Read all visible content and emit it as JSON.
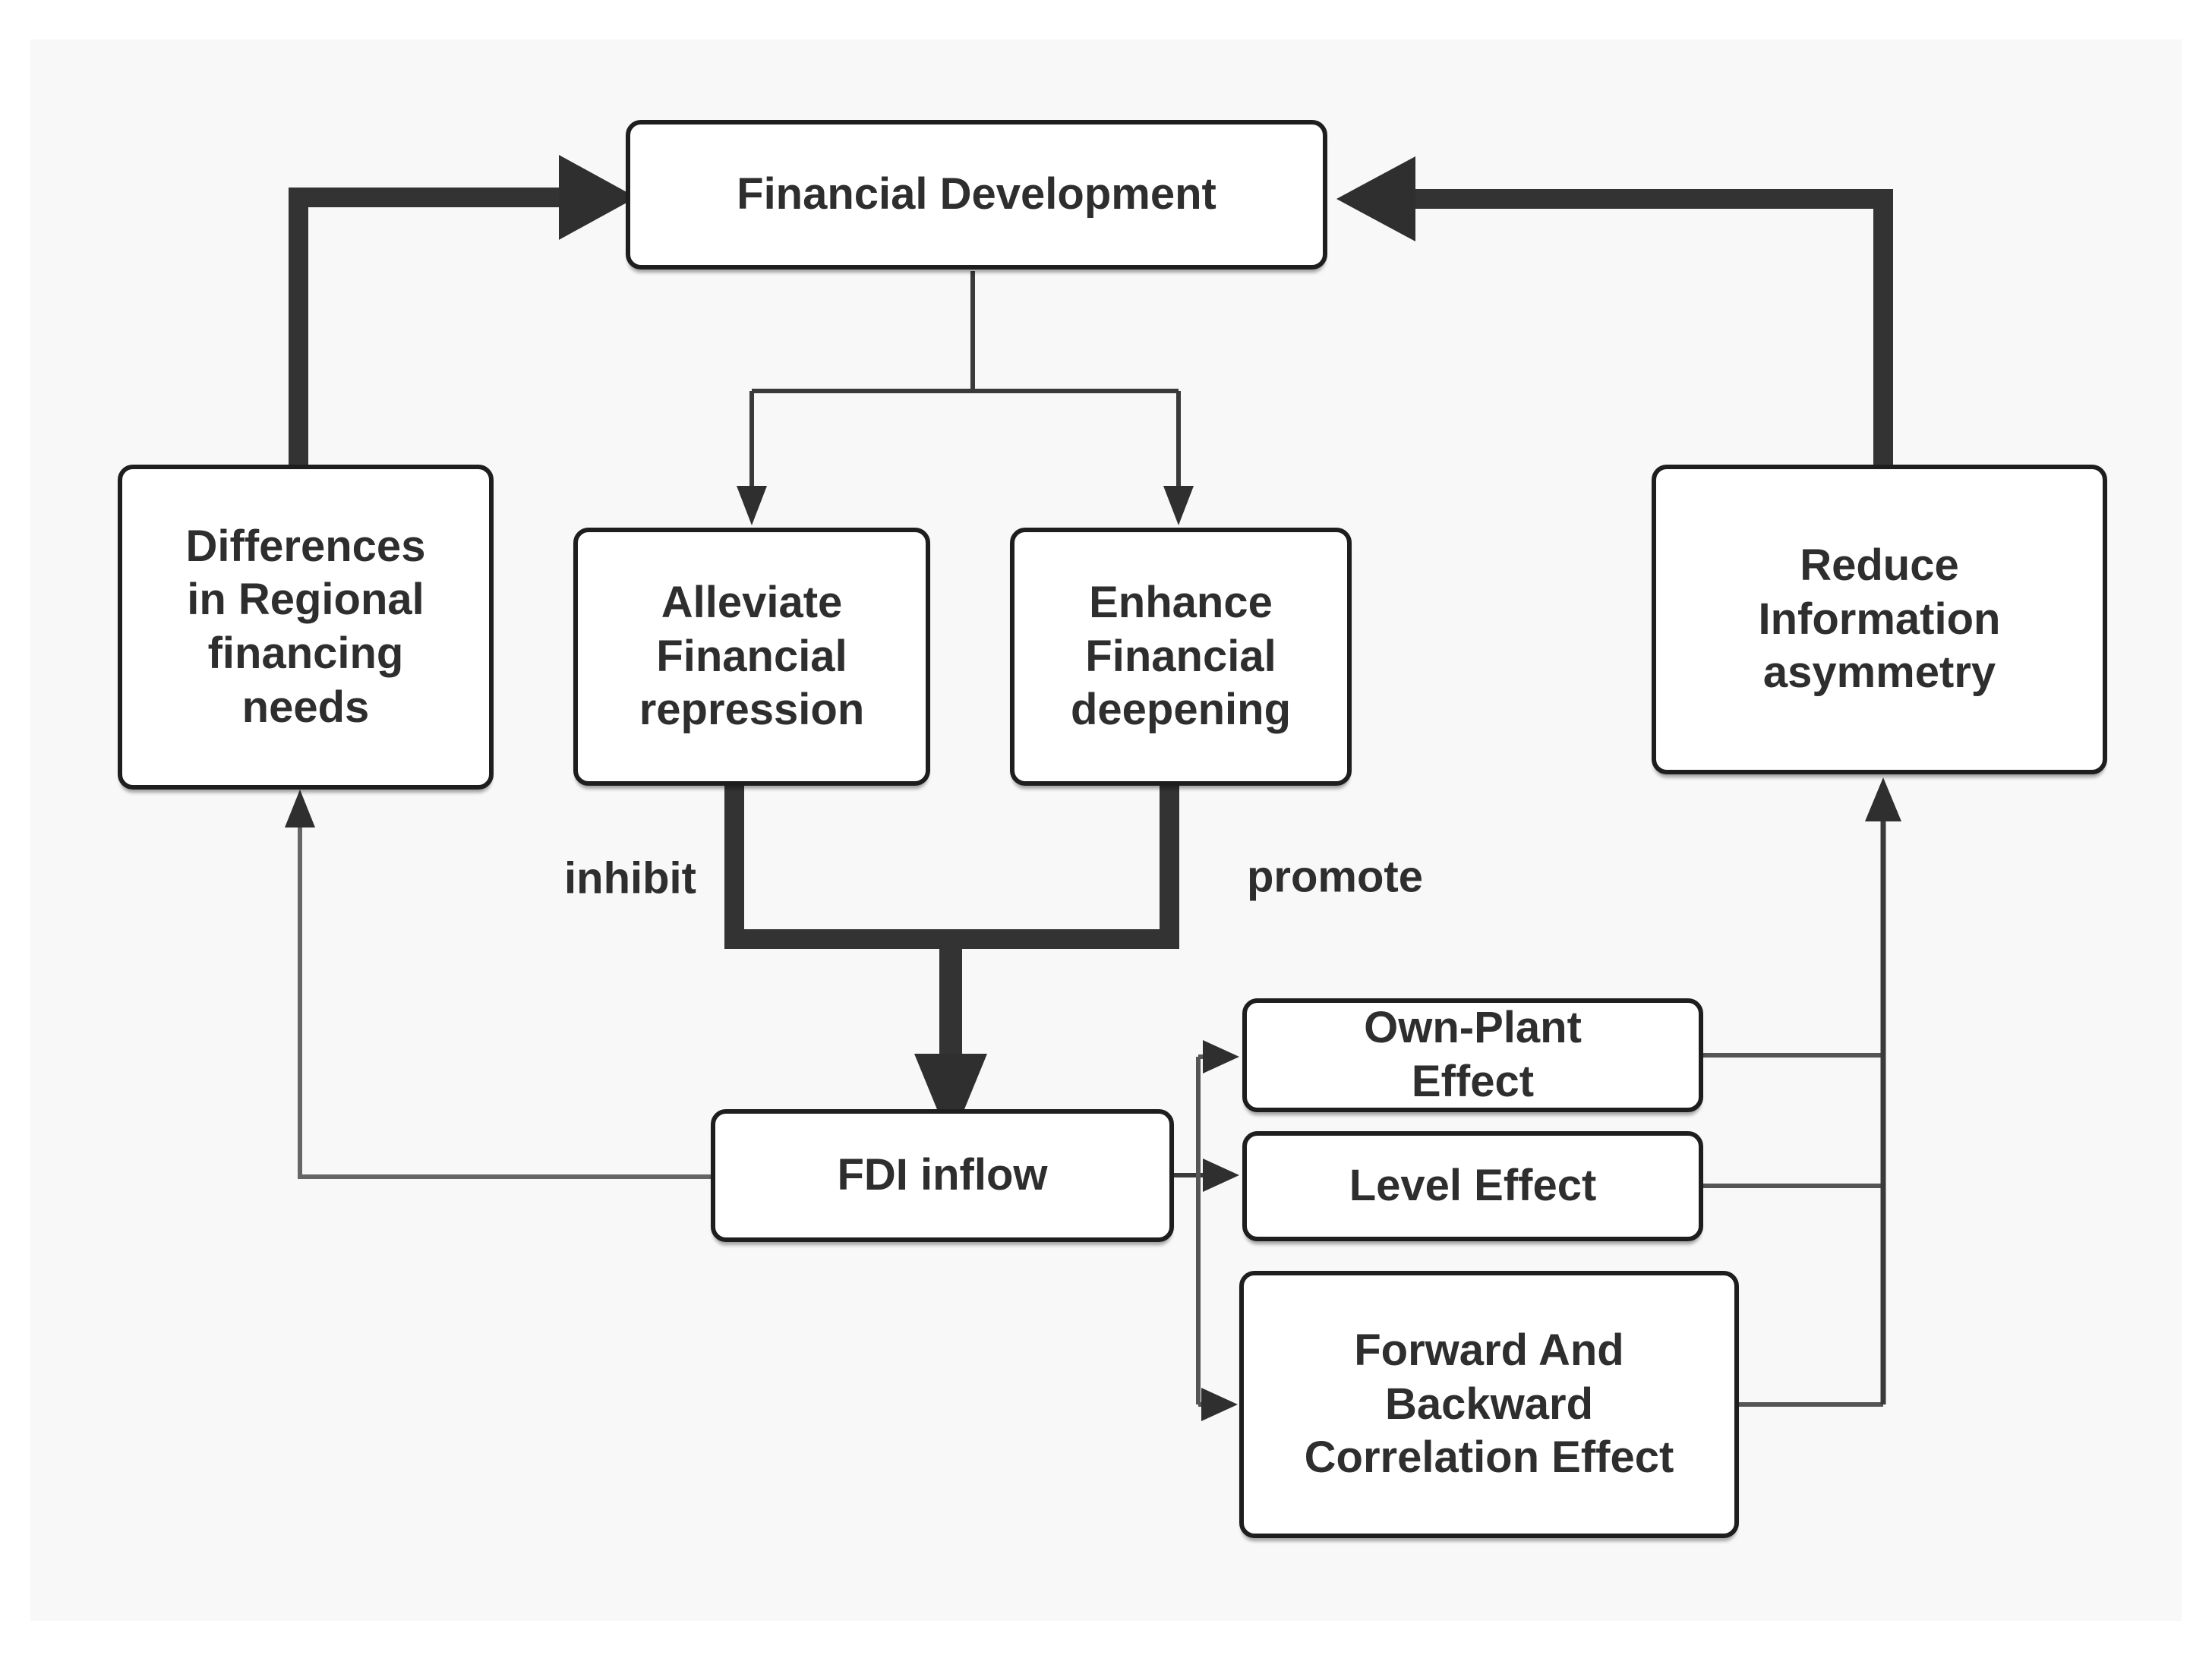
{
  "diagram": {
    "page_bg": "#ffffff",
    "canvas_bg": "#f8f8f8",
    "box_border_color": "#1e1e1e",
    "text_color": "#2e2e2e",
    "thick_line_color": "#333333",
    "thin_line_color": "#3a3a3a",
    "gray_line_color": "#666666",
    "nodes": {
      "financial_development": "Financial Development",
      "differences": "Differences\nin Regional\nfinancing\nneeds",
      "alleviate": "Alleviate\nFinancial\nrepression",
      "enhance": "Enhance\nFinancial\ndeepening",
      "reduce": "Reduce\nInformation\nasymmetry",
      "fdi": "FDI inflow",
      "own_plant": "Own-Plant\nEffect",
      "level": "Level Effect",
      "forward": "Forward And\nBackward\nCorrelation Effect"
    },
    "edge_labels": {
      "inhibit": "inhibit",
      "promote": "promote"
    }
  }
}
